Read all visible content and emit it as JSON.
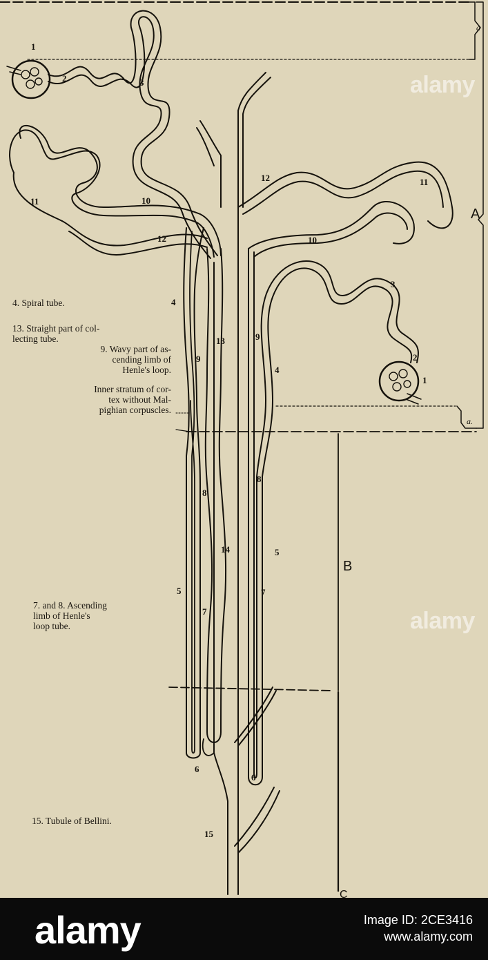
{
  "diagram": {
    "captions": {
      "spiral": "4. Spiral tube.",
      "straight": "13. Straight part of col-\nlecting tube.",
      "wavy": "9. Wavy part of as-\ncending limb of\nHenle's loop.",
      "inner": "Inner stratum of cor-\ntex without Mal-\npighian corpuscles.",
      "ascending": "7. and 8. Ascending\nlimb of Henle's\nloop tube.",
      "bellini": "15. Tubule of Bellini."
    },
    "zones": {
      "A": "A",
      "a_top": "a",
      "a_bottom": "a.",
      "B": "B",
      "C": "C"
    },
    "left_numbers": [
      "1",
      "2",
      "3",
      "11",
      "10",
      "12",
      "4",
      "9",
      "13",
      "8",
      "14",
      "5",
      "7",
      "6",
      "15"
    ],
    "right_numbers": [
      "12",
      "11",
      "10",
      "3",
      "2",
      "1",
      "9",
      "4",
      "8",
      "5",
      "7",
      "6"
    ]
  },
  "footer": {
    "logo": "alamy",
    "image_id": "Image ID: 2CE3416",
    "site": "www.alamy.com",
    "watermark": "alamy"
  },
  "colors": {
    "paper": "#dfd6ba",
    "ink": "#15120c",
    "footer": "#0b0b0b"
  }
}
